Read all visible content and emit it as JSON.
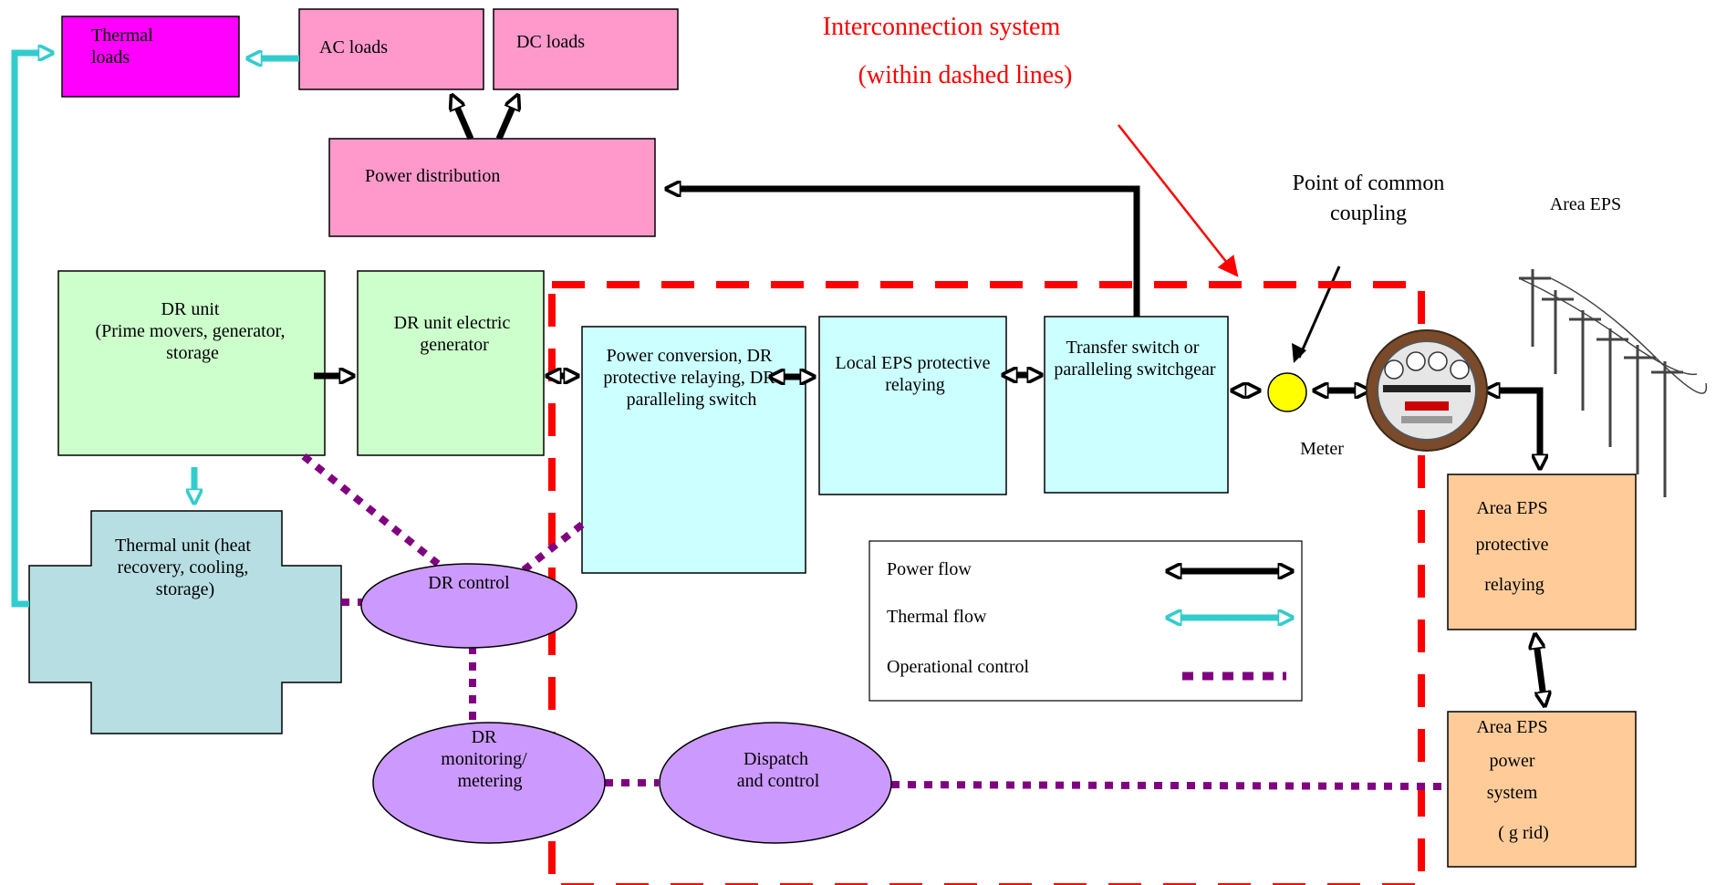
{
  "title": {
    "line1": "Interconnection system",
    "line2": "(within dashed lines)"
  },
  "pcc": {
    "line1": "Point of common",
    "line2": "coupling"
  },
  "area_eps_label": "Area EPS",
  "meter_label": "Meter",
  "boxes": {
    "thermal_loads": [
      "Thermal",
      "loads"
    ],
    "ac_loads": [
      "AC loads"
    ],
    "dc_loads": [
      "DC loads"
    ],
    "power_distribution": [
      "Power distribution"
    ],
    "dr_unit": [
      "DR unit",
      "(Prime movers, generator,",
      "storage"
    ],
    "dr_unit_generator": [
      "DR unit electric",
      "generator"
    ],
    "power_conversion": [
      "Power conversion, DR",
      "protective relaying, DR",
      "paralleling switch"
    ],
    "local_eps": [
      "Local EPS protective",
      "relaying"
    ],
    "transfer_switch": [
      "Transfer switch or",
      "paralleling switchgear"
    ],
    "thermal_unit": [
      "Thermal unit (heat",
      "recovery, cooling,",
      "storage)"
    ],
    "area_eps_relaying": [
      "Area EPS",
      "protective",
      "relaying"
    ],
    "area_eps_power": [
      "Area EPS",
      "power",
      "system",
      "( g  rid)"
    ]
  },
  "ellipses": {
    "dr_control": [
      "DR control"
    ],
    "dr_monitoring": [
      "DR",
      "monitoring/",
      "metering"
    ],
    "dispatch": [
      "Dispatch",
      "and control"
    ]
  },
  "legend": {
    "power_flow": "Power flow",
    "thermal_flow": "Thermal flow",
    "operational_control": "Operational control"
  },
  "colors": {
    "pink": "#ff99cc",
    "magenta": "#ff00ff",
    "green": "#ccffcc",
    "cyan": "#ccffff",
    "thermal": "#b7dfe3",
    "lavender": "#cc99ff",
    "orange": "#ffcc99",
    "red": "#ff0000",
    "thermal_arrow": "#33cccc",
    "control": "#800080"
  }
}
